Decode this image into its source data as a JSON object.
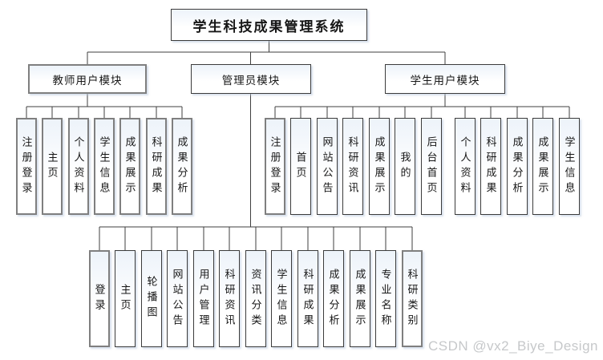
{
  "diagram": {
    "root": "学生科技成果管理系统",
    "modules": [
      {
        "label": "教师用户模块",
        "children": [
          "注册登录",
          "主页",
          "个人资料",
          "学生信息",
          "成果展示",
          "科研成果",
          "成果分析"
        ]
      },
      {
        "label": "管理员模块",
        "children": [
          "注册登录",
          "首页",
          "网站公告",
          "科研资讯",
          "成果展示",
          "我的",
          "后台首页"
        ],
        "backend_children": [
          "登录",
          "主页",
          "轮播图",
          "网站公告",
          "用户管理",
          "科研资讯",
          "资讯分类",
          "学生信息",
          "科研成果",
          "成果分析",
          "成果展示",
          "专业名称",
          "科研类别"
        ]
      },
      {
        "label": "学生用户模块",
        "children": [
          "个人资料",
          "科研成果",
          "成果分析",
          "成果展示",
          "学生信息"
        ]
      }
    ]
  },
  "watermark": "CSDN @vx2_Biye_Design",
  "colors": {
    "line": "#3f3f3f",
    "box_border": "#3c3c3c",
    "thick_border": "#7f7f7f",
    "box_tint": "#edf3fa",
    "watermark": "#c6c8ca"
  }
}
